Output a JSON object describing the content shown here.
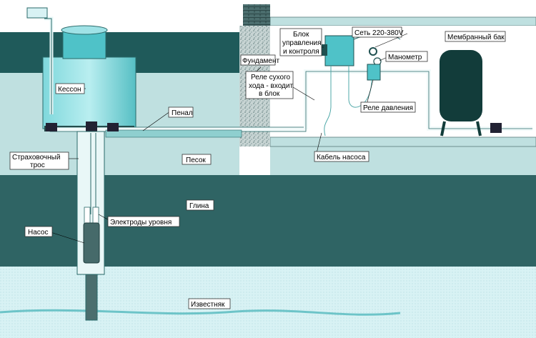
{
  "labels": {
    "caisson": "Кессон",
    "penal": "Пенал",
    "foundation": "Фундамент",
    "control_block_line1": "Блок",
    "control_block_line2": "управления",
    "control_block_line3": "и контроля",
    "power": "Сеть 220-380V",
    "manometer": "Манометр",
    "membrane_tank": "Мембранный бак",
    "dry_relay_line1": "Реле сухого",
    "dry_relay_line2": "хода - входит",
    "dry_relay_line3": "в блок",
    "pressure_relay": "Реле давления",
    "pump_cable": "Кабель насоса",
    "safety_rope_line1": "Страховочный",
    "safety_rope_line2": "трос",
    "sand": "Песок",
    "clay": "Глина",
    "level_electrodes": "Электроды уровня",
    "pump": "Насос",
    "limestone": "Известняк"
  },
  "colors": {
    "dark_band": "#1f5a5a",
    "sand": "#bfe0e0",
    "water_cyan": "#57b9bd",
    "clay": "#2f6464",
    "limestone": "#d5f1f3",
    "foundation": "#b9c9c8",
    "pipe": "#f2fafa",
    "tank": "#123c3a"
  }
}
